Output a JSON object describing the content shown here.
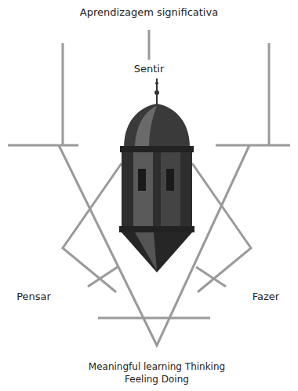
{
  "diagram": {
    "title": "Aprendizagem significativa",
    "caption": "Meaningful learning Thinking Feeling Doing",
    "labels": [
      "Sentir",
      "Pensar",
      "Fazer"
    ]
  }
}
